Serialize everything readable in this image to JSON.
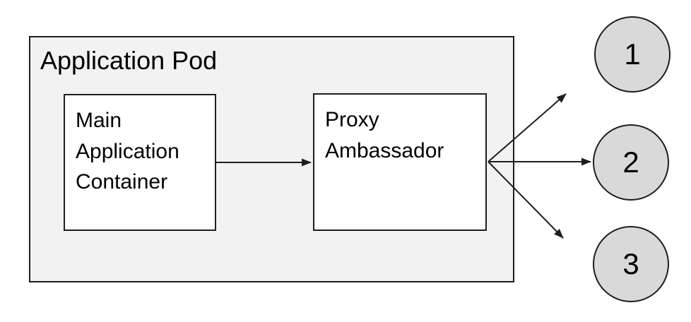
{
  "pod": {
    "label": "Application Pod"
  },
  "nodes": [
    {
      "id": "main-application-container",
      "label": "Main Application Container"
    },
    {
      "id": "proxy-ambassador",
      "label": "Proxy Ambassador"
    }
  ],
  "endpoints": [
    {
      "label": "1"
    },
    {
      "label": "2"
    },
    {
      "label": "3"
    }
  ],
  "edges": [
    {
      "from": "main-application-container",
      "to": "proxy-ambassador"
    },
    {
      "from": "proxy-ambassador",
      "to": "endpoint-1"
    },
    {
      "from": "proxy-ambassador",
      "to": "endpoint-2"
    },
    {
      "from": "proxy-ambassador",
      "to": "endpoint-3"
    }
  ],
  "colors": {
    "pod-fill": "#f2f2f2",
    "node-fill": "#ffffff",
    "endpoint-fill": "#d9d9d9",
    "stroke": "#1e1e1e",
    "text": "#000000",
    "background": "#ffffff"
  }
}
